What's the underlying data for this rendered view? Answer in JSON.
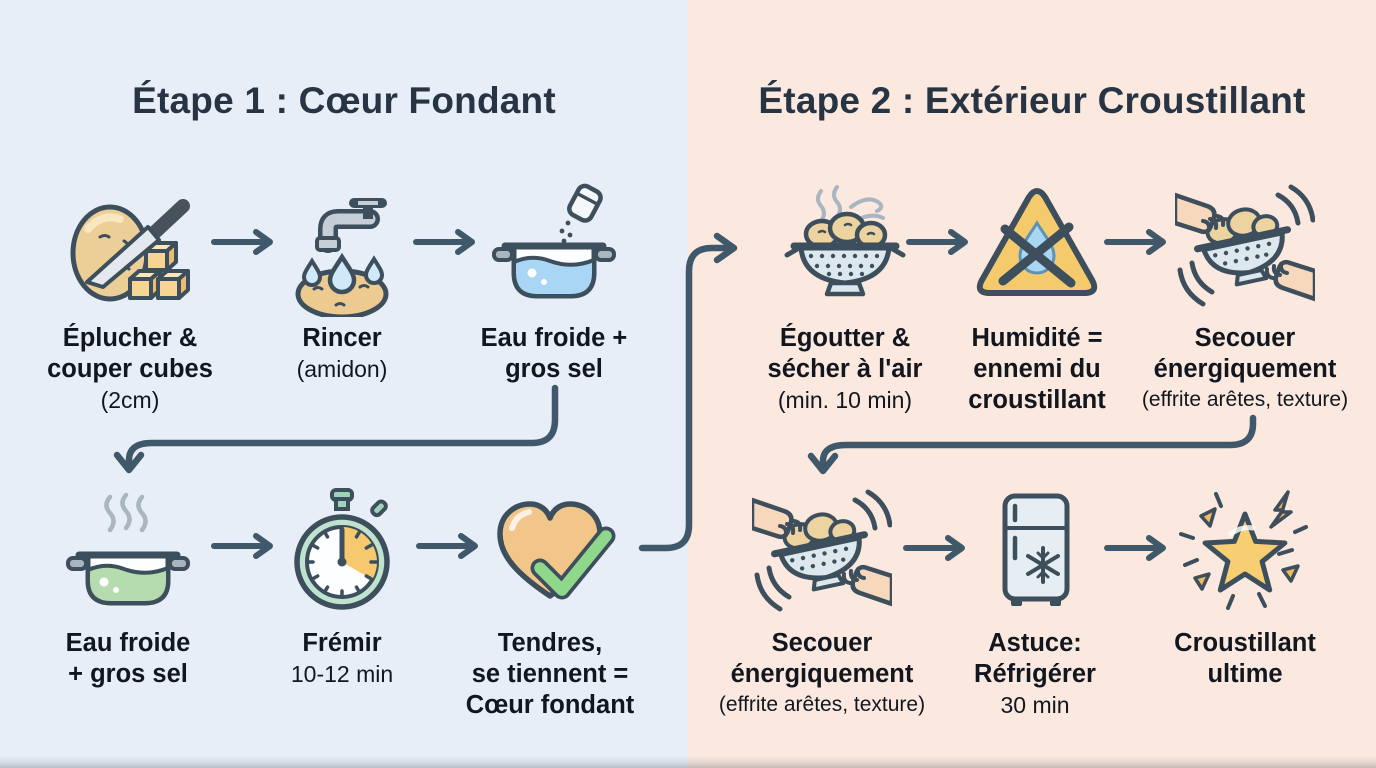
{
  "titles": {
    "left": "Étape 1 : Cœur Fondant",
    "right": "Étape 2 : Extérieur Croustillant"
  },
  "colors": {
    "left-bg": "#e8eef8",
    "right-bg": "#fbe8df",
    "title": "#273444",
    "text": "#12171f",
    "arrow": "#40596a",
    "outline": "#3d4f5c",
    "potato-tan": "#eccf96",
    "cube-gold": "#f3cc82",
    "water-blue": "#a9d6f4",
    "drop-blue": "#cfe9fa",
    "green-water": "#b4dcae",
    "stopwatch-green": "#bfe3cf",
    "wedge-orange": "#f6c96e",
    "heart-tan": "#f2c68a",
    "check-green": "#8fd88b",
    "metal-gray": "#dce7ee",
    "triangle-yellow": "#f5ca6c",
    "skin": "#f8d8bc",
    "fridge-gray": "#e6eef3",
    "star-gold": "#f7cf72"
  },
  "steps": [
    {
      "stage": 1,
      "icon": "potato-knife-icon",
      "lines": [
        "Éplucher &",
        "couper cubes",
        "(2cm)"
      ]
    },
    {
      "stage": 1,
      "icon": "rinse-potato-icon",
      "lines": [
        "Rincer",
        "(amidon)"
      ]
    },
    {
      "stage": 1,
      "icon": "pot-salt-icon",
      "lines": [
        "Eau froide +",
        "gros sel"
      ]
    },
    {
      "stage": 1,
      "icon": "steaming-pot-icon",
      "lines": [
        "Eau froide",
        "+ gros sel"
      ]
    },
    {
      "stage": 1,
      "icon": "stopwatch-icon",
      "lines": [
        "Frémir",
        "10-12 min"
      ]
    },
    {
      "stage": 1,
      "icon": "heart-check-icon",
      "lines": [
        "Tendres,",
        "se tiennent =",
        "Cœur fondant"
      ]
    },
    {
      "stage": 2,
      "icon": "colander-steam-icon",
      "lines": [
        "Égoutter &",
        "sécher à l'air",
        "(min. 10 min)"
      ]
    },
    {
      "stage": 2,
      "icon": "no-humidity-icon",
      "lines": [
        "Humidité =",
        "ennemi du",
        "croustillant"
      ]
    },
    {
      "stage": 2,
      "icon": "shake-colander-icon",
      "lines": [
        "Secouer",
        "énergiquement",
        "(effrite arêtes, texture)"
      ]
    },
    {
      "stage": 2,
      "icon": "shake-colander-icon",
      "lines": [
        "Secouer",
        "énergiquement",
        "(effrite arêtes, texture)"
      ]
    },
    {
      "stage": 2,
      "icon": "fridge-icon",
      "lines": [
        "Astuce:",
        "Réfrigérer",
        "30 min"
      ]
    },
    {
      "stage": 2,
      "icon": "star-sparkle-icon",
      "lines": [
        "Croustillant",
        "ultime"
      ]
    }
  ]
}
